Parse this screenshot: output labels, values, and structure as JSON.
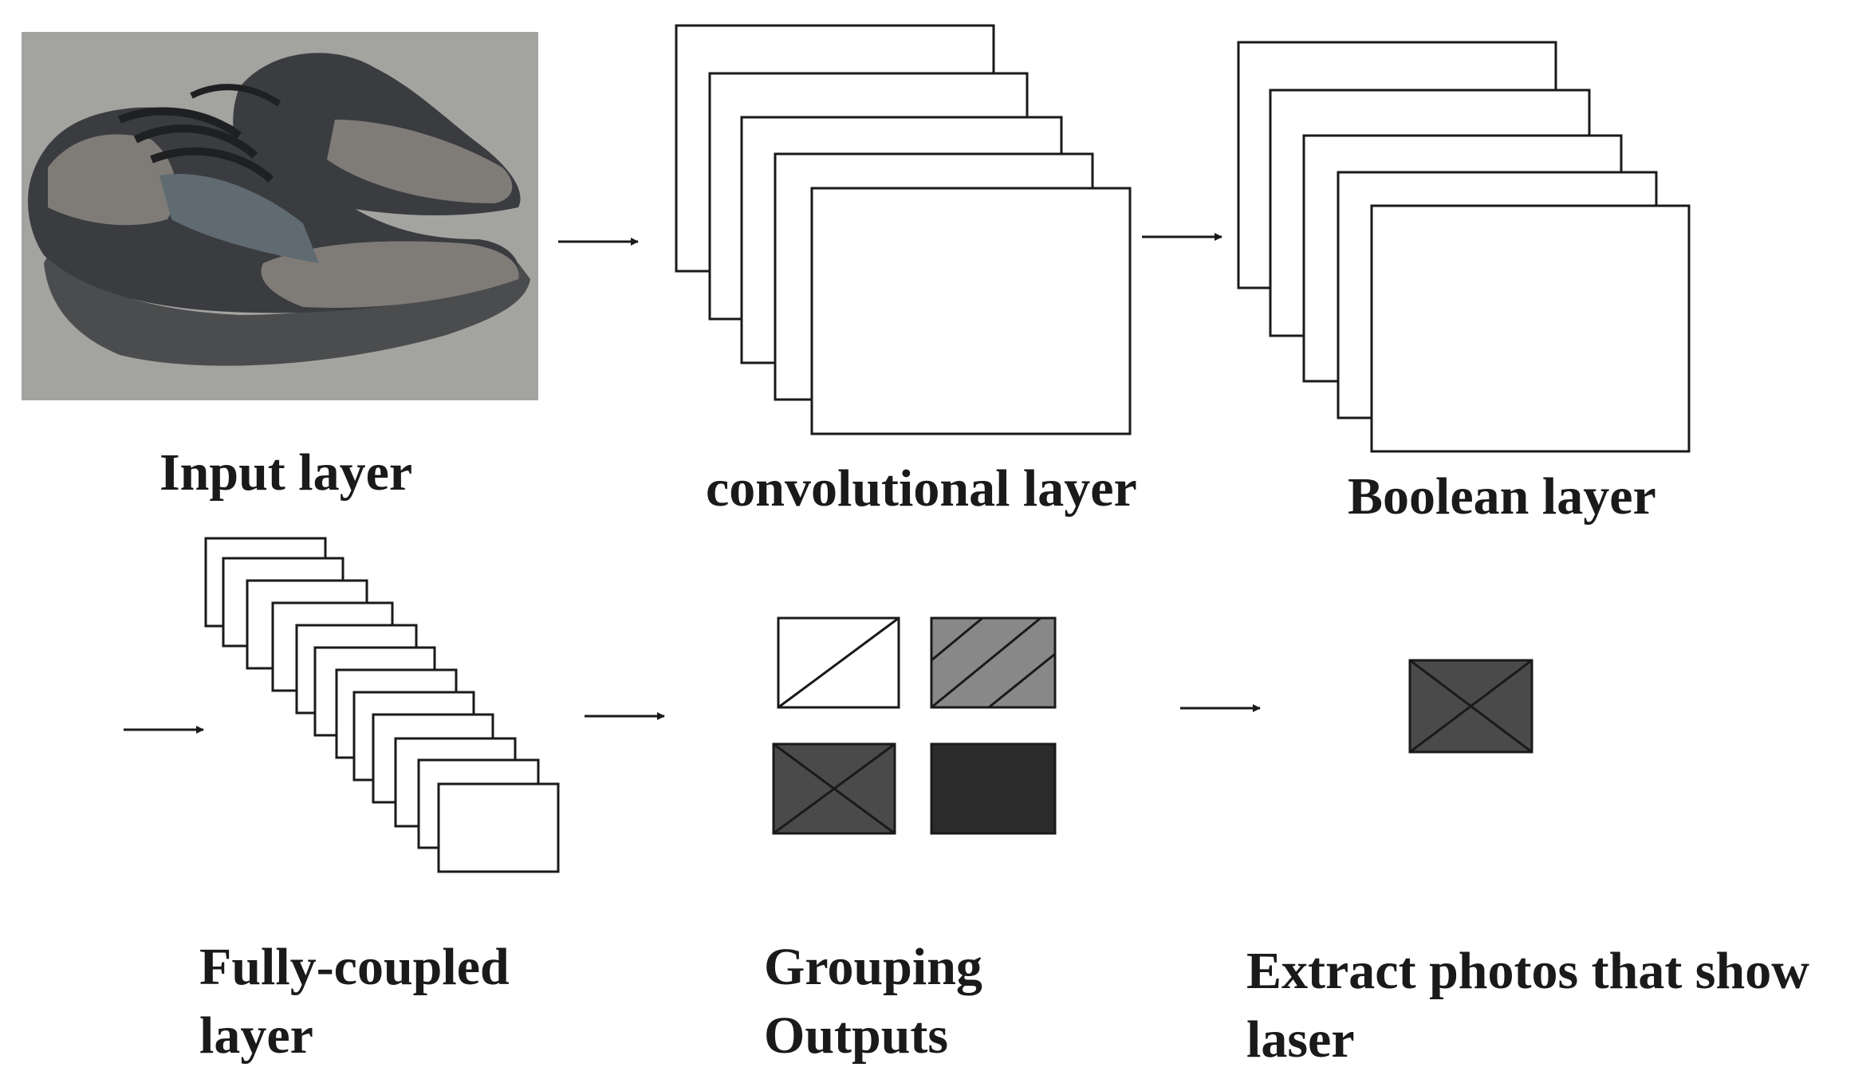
{
  "labels": {
    "input_layer": "Input layer",
    "convolutional_layer": "convolutional layer",
    "boolean_layer": "Boolean layer",
    "fully_coupled_line1": "Fully-coupled",
    "fully_coupled_line2": "layer",
    "grouping_line1": "Grouping",
    "grouping_line2": "Outputs",
    "extract_line1": "Extract photos that show",
    "extract_line2": "laser"
  },
  "colors": {
    "stroke": "#1a1a1a",
    "frame_fill": "#ffffff",
    "grey_light": "#888888",
    "grey_dark": "#4a4a4a",
    "grey_black": "#2b2b2b",
    "ground": "#9a9a98",
    "shoe_body": "#3a3c40",
    "shoe_fur": "#7f7c78",
    "shoe_sole": "#4b4c4e",
    "shoe_panel": "#5f6b70"
  },
  "icons": {
    "input_photo": "sneaker-photo",
    "arrow": "right-arrow-icon"
  }
}
